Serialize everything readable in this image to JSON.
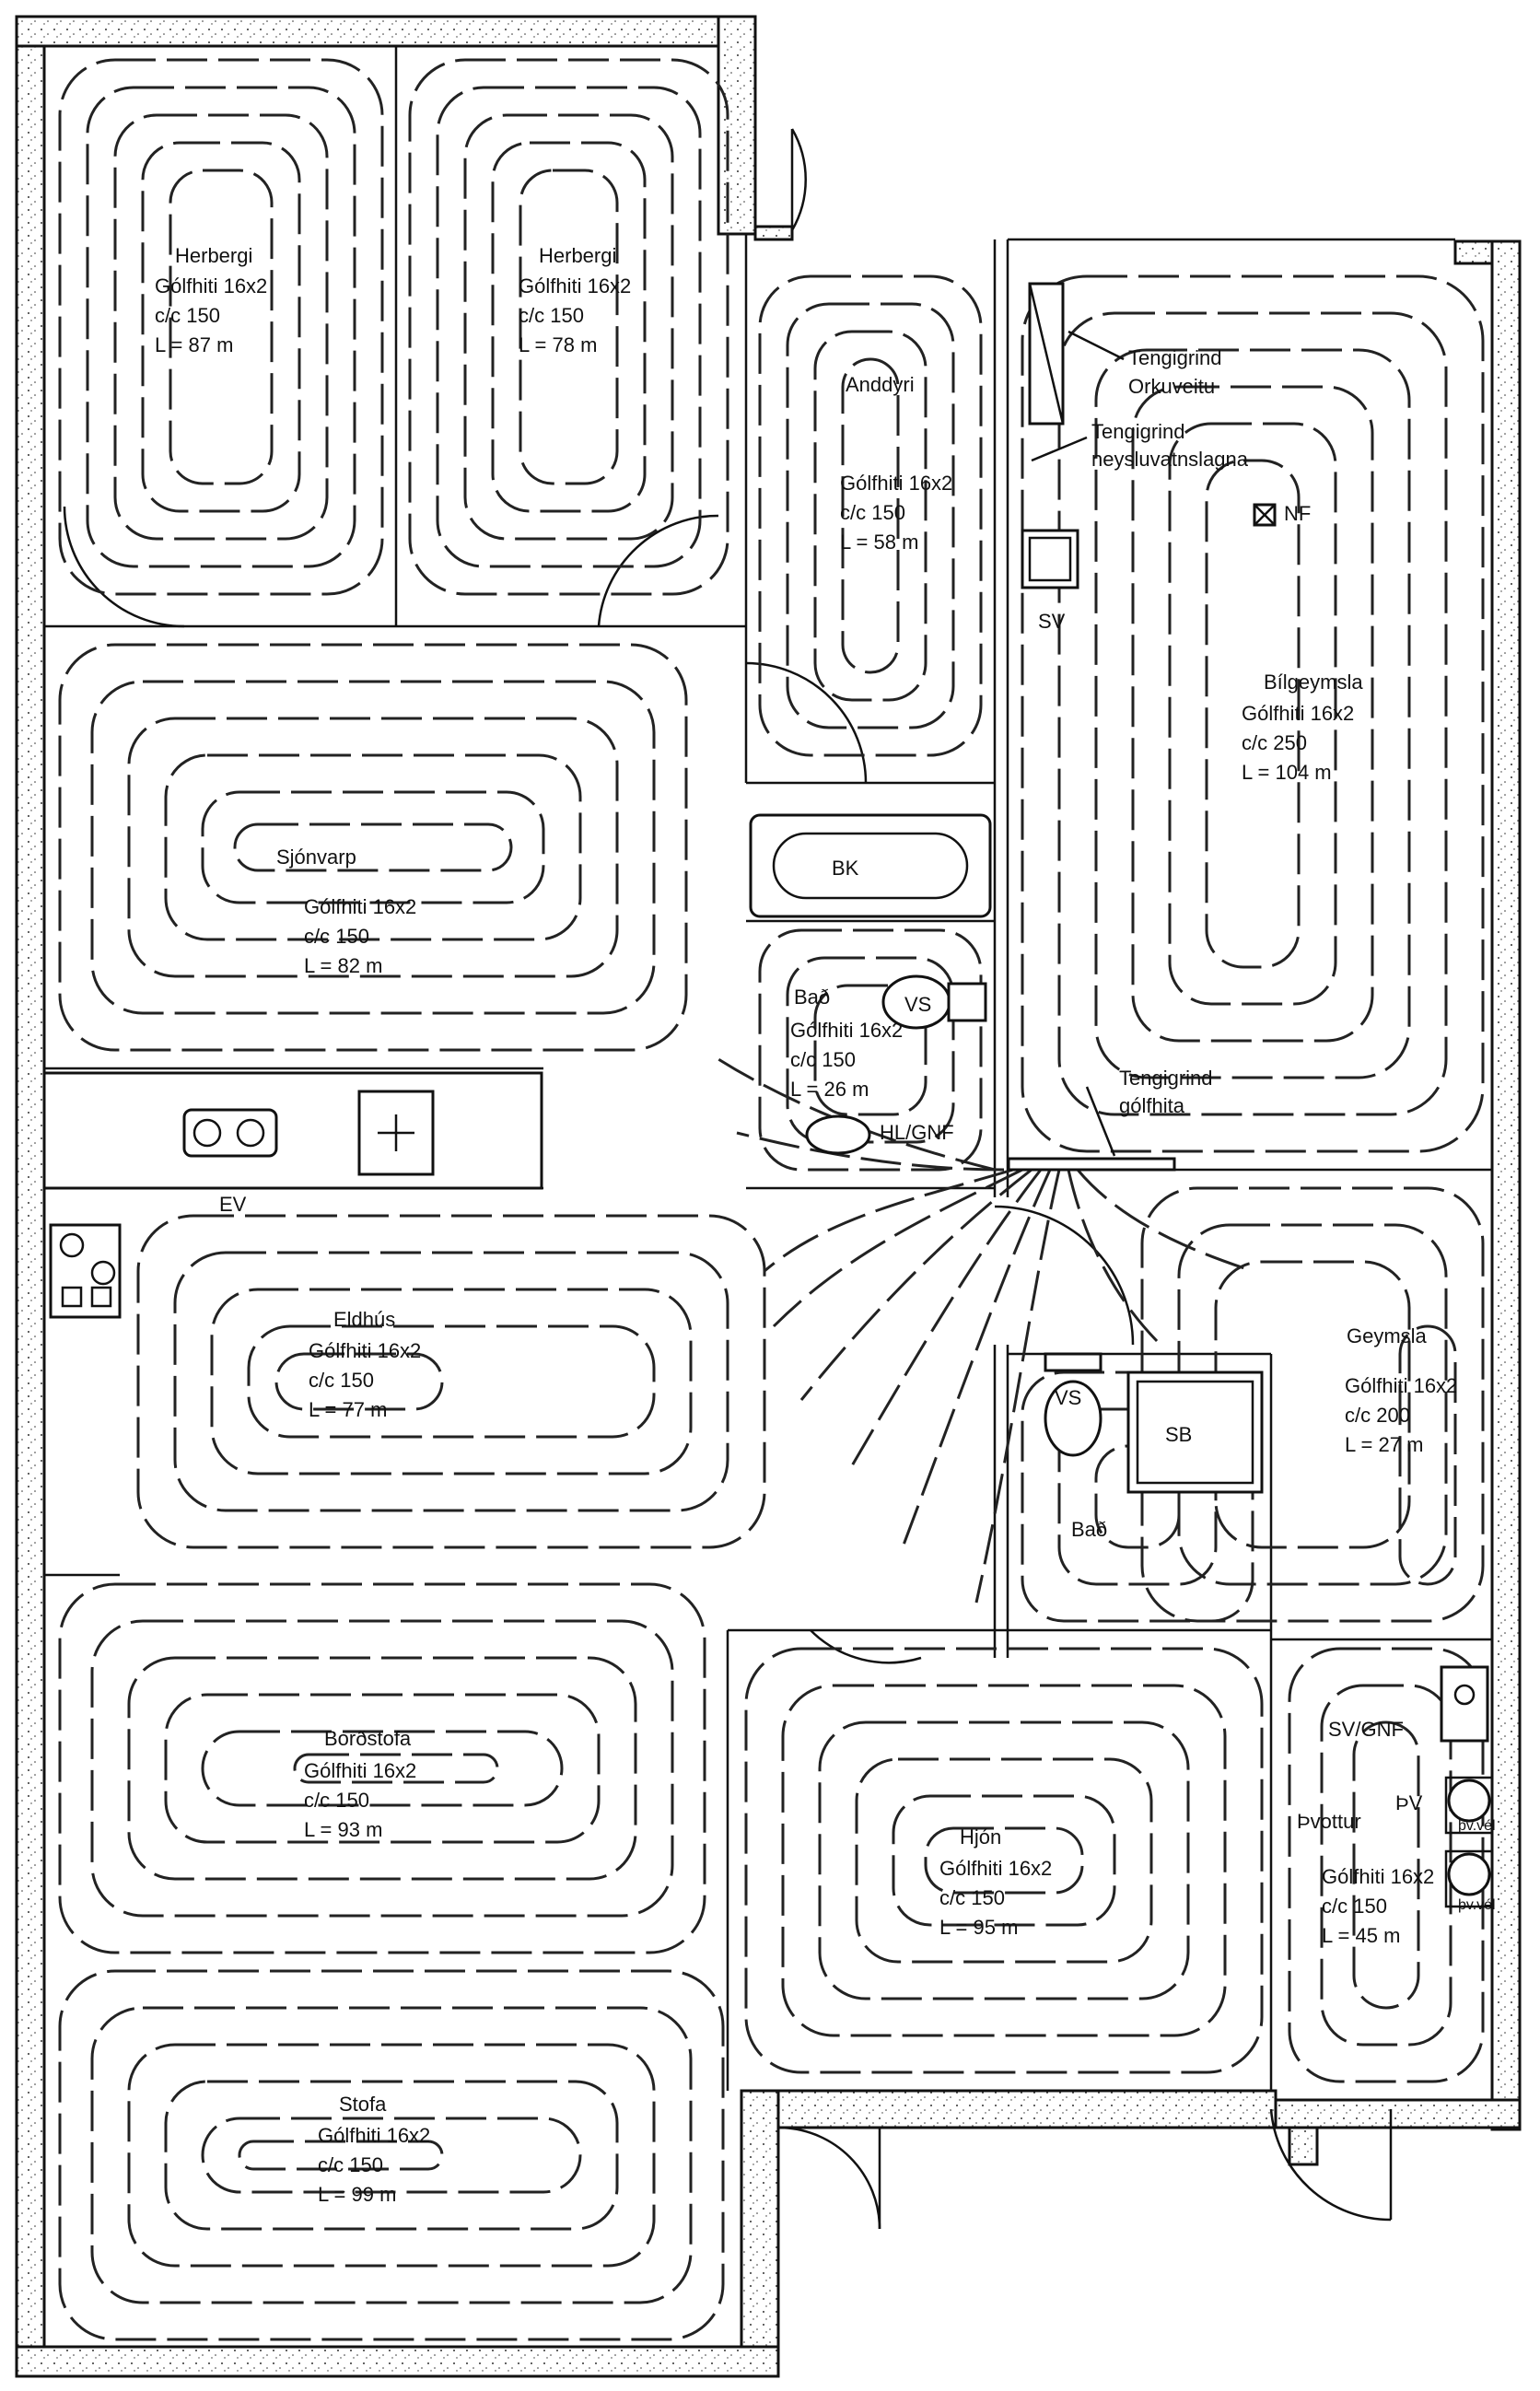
{
  "rooms": {
    "herbergi1": {
      "name": "Herbergi",
      "spec": "Gólfhiti 16x2",
      "cc": "c/c 150",
      "length": "L = 87 m"
    },
    "herbergi2": {
      "name": "Herbergi",
      "spec": "Gólfhiti 16x2",
      "cc": "c/c 150",
      "length": "L = 78 m"
    },
    "anddyri": {
      "name": "Anddyri",
      "spec": "Gólfhiti 16x2",
      "cc": "c/c 150",
      "length": "L = 58 m"
    },
    "bilgeymsla": {
      "name": "Bílgeymsla",
      "spec": "Gólfhiti 16x2",
      "cc": "c/c 250",
      "length": "L = 104 m"
    },
    "sjonvarp": {
      "name": "Sjónvarp",
      "spec": "Gólfhiti 16x2",
      "cc": "c/c 150",
      "length": "L = 82 m"
    },
    "bad1": {
      "name": "Bað",
      "spec": "Gólfhiti 16x2",
      "cc": "c/c 150",
      "length": "L = 26 m"
    },
    "eldhus": {
      "name": "Eldhús",
      "spec": "Gólfhiti 16x2",
      "cc": "c/c 150",
      "length": "L = 77 m"
    },
    "geymsla": {
      "name": "Geymsla",
      "spec": "Gólfhiti 16x2",
      "cc": "c/c 200",
      "length": "L = 27 m"
    },
    "bad2": {
      "name": "Bað"
    },
    "bordstofa": {
      "name": "Borðstofa",
      "spec": "Gólfhiti 16x2",
      "cc": "c/c 150",
      "length": "L = 93 m"
    },
    "hjon": {
      "name": "Hjón",
      "spec": "Gólfhiti 16x2",
      "cc": "c/c 150",
      "length": "L = 95 m"
    },
    "thvottur": {
      "name": "Þvottur",
      "spec": "Gólfhiti 16x2",
      "cc": "c/c 150",
      "length": "L = 45 m"
    },
    "stofa": {
      "name": "Stofa",
      "spec": "Gólfhiti 16x2",
      "cc": "c/c 150",
      "length": "L = 99 m"
    }
  },
  "annotations": {
    "tengigrind_orkuveitu_1": "Tengigrind",
    "tengigrind_orkuveitu_2": "Orkuveitu",
    "tengigrind_neyslu_1": "Tengigrind",
    "tengigrind_neyslu_2": "neysluvatnslagna",
    "tengigrind_golfhita_1": "Tengigrind",
    "tengigrind_golfhita_2": "gólfhita",
    "nf": "NF",
    "sv": "SV",
    "bk": "BK",
    "vs1": "VS",
    "hl_gnf": "HL/GNF",
    "ev": "EV",
    "vs2": "VS",
    "sb": "SB",
    "sv_gnf": "SV/GNF",
    "thv": "ÞV",
    "thvvel1": "þv.vél",
    "thvvel2": "þv.vél"
  }
}
